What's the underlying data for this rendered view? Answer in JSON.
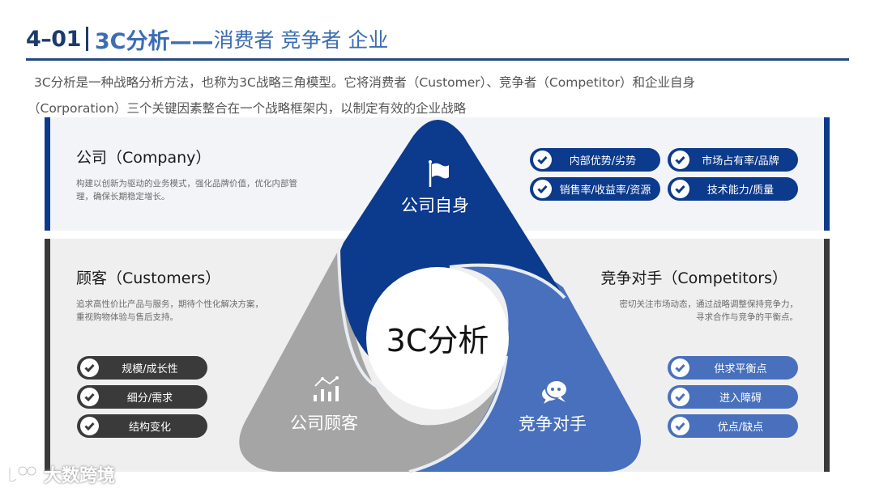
{
  "header": {
    "number": "4–01",
    "title_main": "3C分析——",
    "title_sub": "消费者 竞争者 企业"
  },
  "intro": {
    "line1": "3C分析是一种战略分析方法，也称为3C战略三角模型。它将消费者（Customer）、竞争者（Competitor）和企业自身",
    "line2": "（Corporation）三个关键因素整合在一个战略框架内，以制定有效的企业战略"
  },
  "company": {
    "title": "公司（Company）",
    "desc_line1": "构建以创新为驱动的业务模式，强化品牌价值，优化内部管",
    "desc_line2": "理，确保长期稳定增长。",
    "tags": [
      "内部优势/劣势",
      "市场占有率/品牌",
      "销售率/收益率/资源",
      "技术能力/质量"
    ],
    "color": "#0c3a8c"
  },
  "customers": {
    "title": "顾客（Customers）",
    "desc_line1": "追求高性价比产品与服务，期待个性化解决方案，",
    "desc_line2": "重视购物体验与售后支持。",
    "tags": [
      "规模/成长性",
      "细分/需求",
      "结构变化"
    ],
    "color": "#3a3a3a"
  },
  "competitors": {
    "title": "竞争对手（Competitors）",
    "desc_line1": "密切关注市场动态，通过战略调整保持竞争力，",
    "desc_line2": "寻求合作与竞争的平衡点。",
    "tags": [
      "供求平衡点",
      "进入障碍",
      "优点/缺点"
    ],
    "color": "#4870bd"
  },
  "diagram": {
    "center": "3C分析",
    "segments": [
      {
        "label": "公司自身",
        "icon": "flag-icon",
        "color": "#0c3a8c"
      },
      {
        "label": "公司顾客",
        "icon": "chart-icon",
        "color": "#a4a5a4"
      },
      {
        "label": "竞争对手",
        "icon": "chat-icon",
        "color": "#4870bd"
      }
    ]
  },
  "watermark": {
    "text": "大数跨境"
  }
}
